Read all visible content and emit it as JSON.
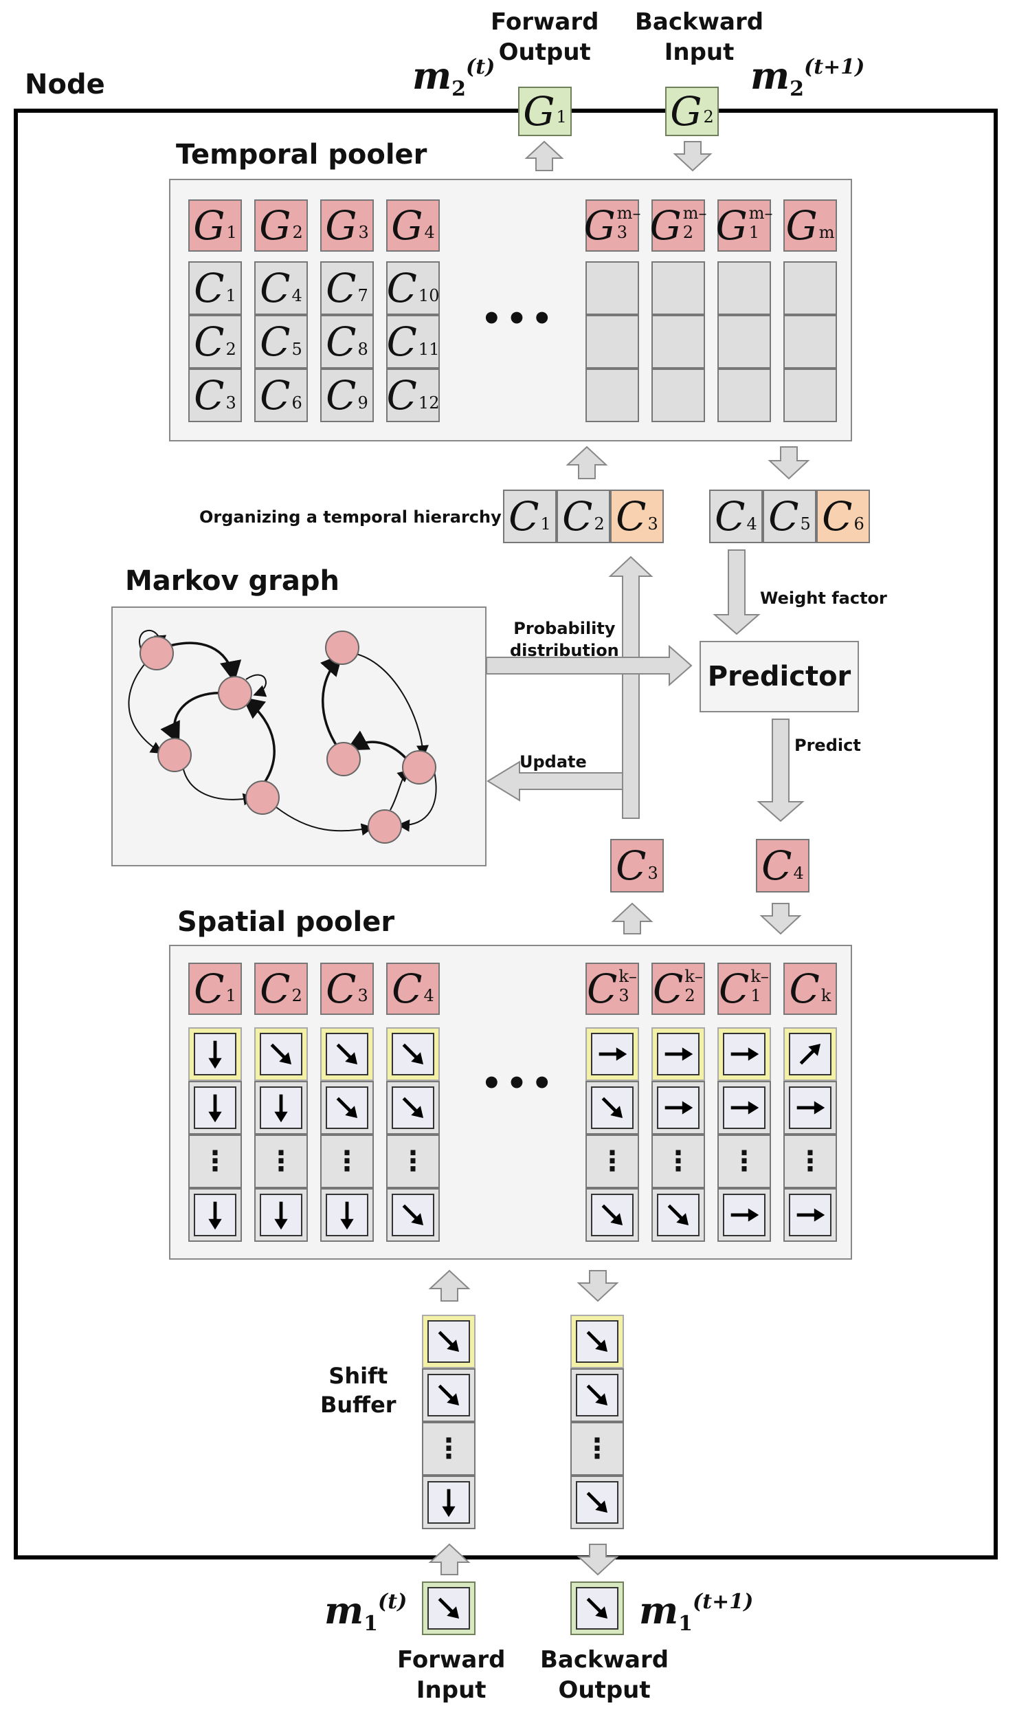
{
  "node_label": "Node",
  "forward_output_label": "Forward\nOutput",
  "backward_input_label": "Backward\nInput",
  "forward_input_label": "Forward\nInput",
  "backward_output_label": "Backward\nOutput",
  "m2_t": {
    "base": "m",
    "sub": "2",
    "sup": "(t)"
  },
  "m2_t1": {
    "base": "m",
    "sub": "2",
    "sup": "(t+1)"
  },
  "m1_t": {
    "base": "m",
    "sub": "1",
    "sup": "(t)"
  },
  "m1_t1": {
    "base": "m",
    "sub": "1",
    "sup": "(t+1)"
  },
  "top_outputs": [
    {
      "sym": "G",
      "sub": "1"
    },
    {
      "sym": "G",
      "sub": "2"
    }
  ],
  "temporal_pooler": {
    "title": "Temporal pooler",
    "left_groups": [
      {
        "head": {
          "sym": "G",
          "sub": "1"
        },
        "cells": [
          {
            "sym": "C",
            "sub": "1"
          },
          {
            "sym": "C",
            "sub": "2"
          },
          {
            "sym": "C",
            "sub": "3"
          }
        ]
      },
      {
        "head": {
          "sym": "G",
          "sub": "2"
        },
        "cells": [
          {
            "sym": "C",
            "sub": "4"
          },
          {
            "sym": "C",
            "sub": "5"
          },
          {
            "sym": "C",
            "sub": "6"
          }
        ]
      },
      {
        "head": {
          "sym": "G",
          "sub": "3"
        },
        "cells": [
          {
            "sym": "C",
            "sub": "7"
          },
          {
            "sym": "C",
            "sub": "8"
          },
          {
            "sym": "C",
            "sub": "9"
          }
        ]
      },
      {
        "head": {
          "sym": "G",
          "sub": "4"
        },
        "cells": [
          {
            "sym": "C",
            "sub": "10"
          },
          {
            "sym": "C",
            "sub": "11"
          },
          {
            "sym": "C",
            "sub": "12"
          }
        ]
      }
    ],
    "ellipsis": "•••",
    "right_heads": [
      {
        "sym": "G",
        "sub": "m–3"
      },
      {
        "sym": "G",
        "sub": "m–2"
      },
      {
        "sym": "G",
        "sub": "m–1"
      },
      {
        "sym": "G",
        "sub": "m"
      }
    ]
  },
  "hierarchy_label": "Organizing a temporal hierarchy",
  "hierarchy_left": [
    {
      "sym": "C",
      "sub": "1"
    },
    {
      "sym": "C",
      "sub": "2"
    },
    {
      "sym": "C",
      "sub": "3"
    }
  ],
  "hierarchy_right": [
    {
      "sym": "C",
      "sub": "4"
    },
    {
      "sym": "C",
      "sub": "5"
    },
    {
      "sym": "C",
      "sub": "6"
    }
  ],
  "markov_graph": {
    "title": "Markov graph"
  },
  "probability_label": "Probability\ndistribution",
  "update_label": "Update",
  "weight_factor_label": "Weight factor",
  "predictor_label": "Predictor",
  "predict_label": "Predict",
  "c3_out": {
    "sym": "C",
    "sub": "3"
  },
  "c4_out": {
    "sym": "C",
    "sub": "4"
  },
  "spatial_pooler": {
    "title": "Spatial pooler",
    "heads": [
      {
        "sym": "C",
        "sub": "1"
      },
      {
        "sym": "C",
        "sub": "2"
      },
      {
        "sym": "C",
        "sub": "3"
      },
      {
        "sym": "C",
        "sub": "4"
      },
      {
        "sym": "C",
        "sub": "k–3"
      },
      {
        "sym": "C",
        "sub": "k–2"
      },
      {
        "sym": "C",
        "sub": "k–1"
      },
      {
        "sym": "C",
        "sub": "k"
      }
    ],
    "ellipsis": "•••",
    "vdots": "⋮"
  },
  "shift_buffer_label": "Shift\nBuffer",
  "colors": {
    "pink": "#e8aaaa",
    "grey": "#dedede",
    "peach": "#f8d2b0",
    "green": "#d8e8c0",
    "yellow": "#f3f0a8"
  }
}
